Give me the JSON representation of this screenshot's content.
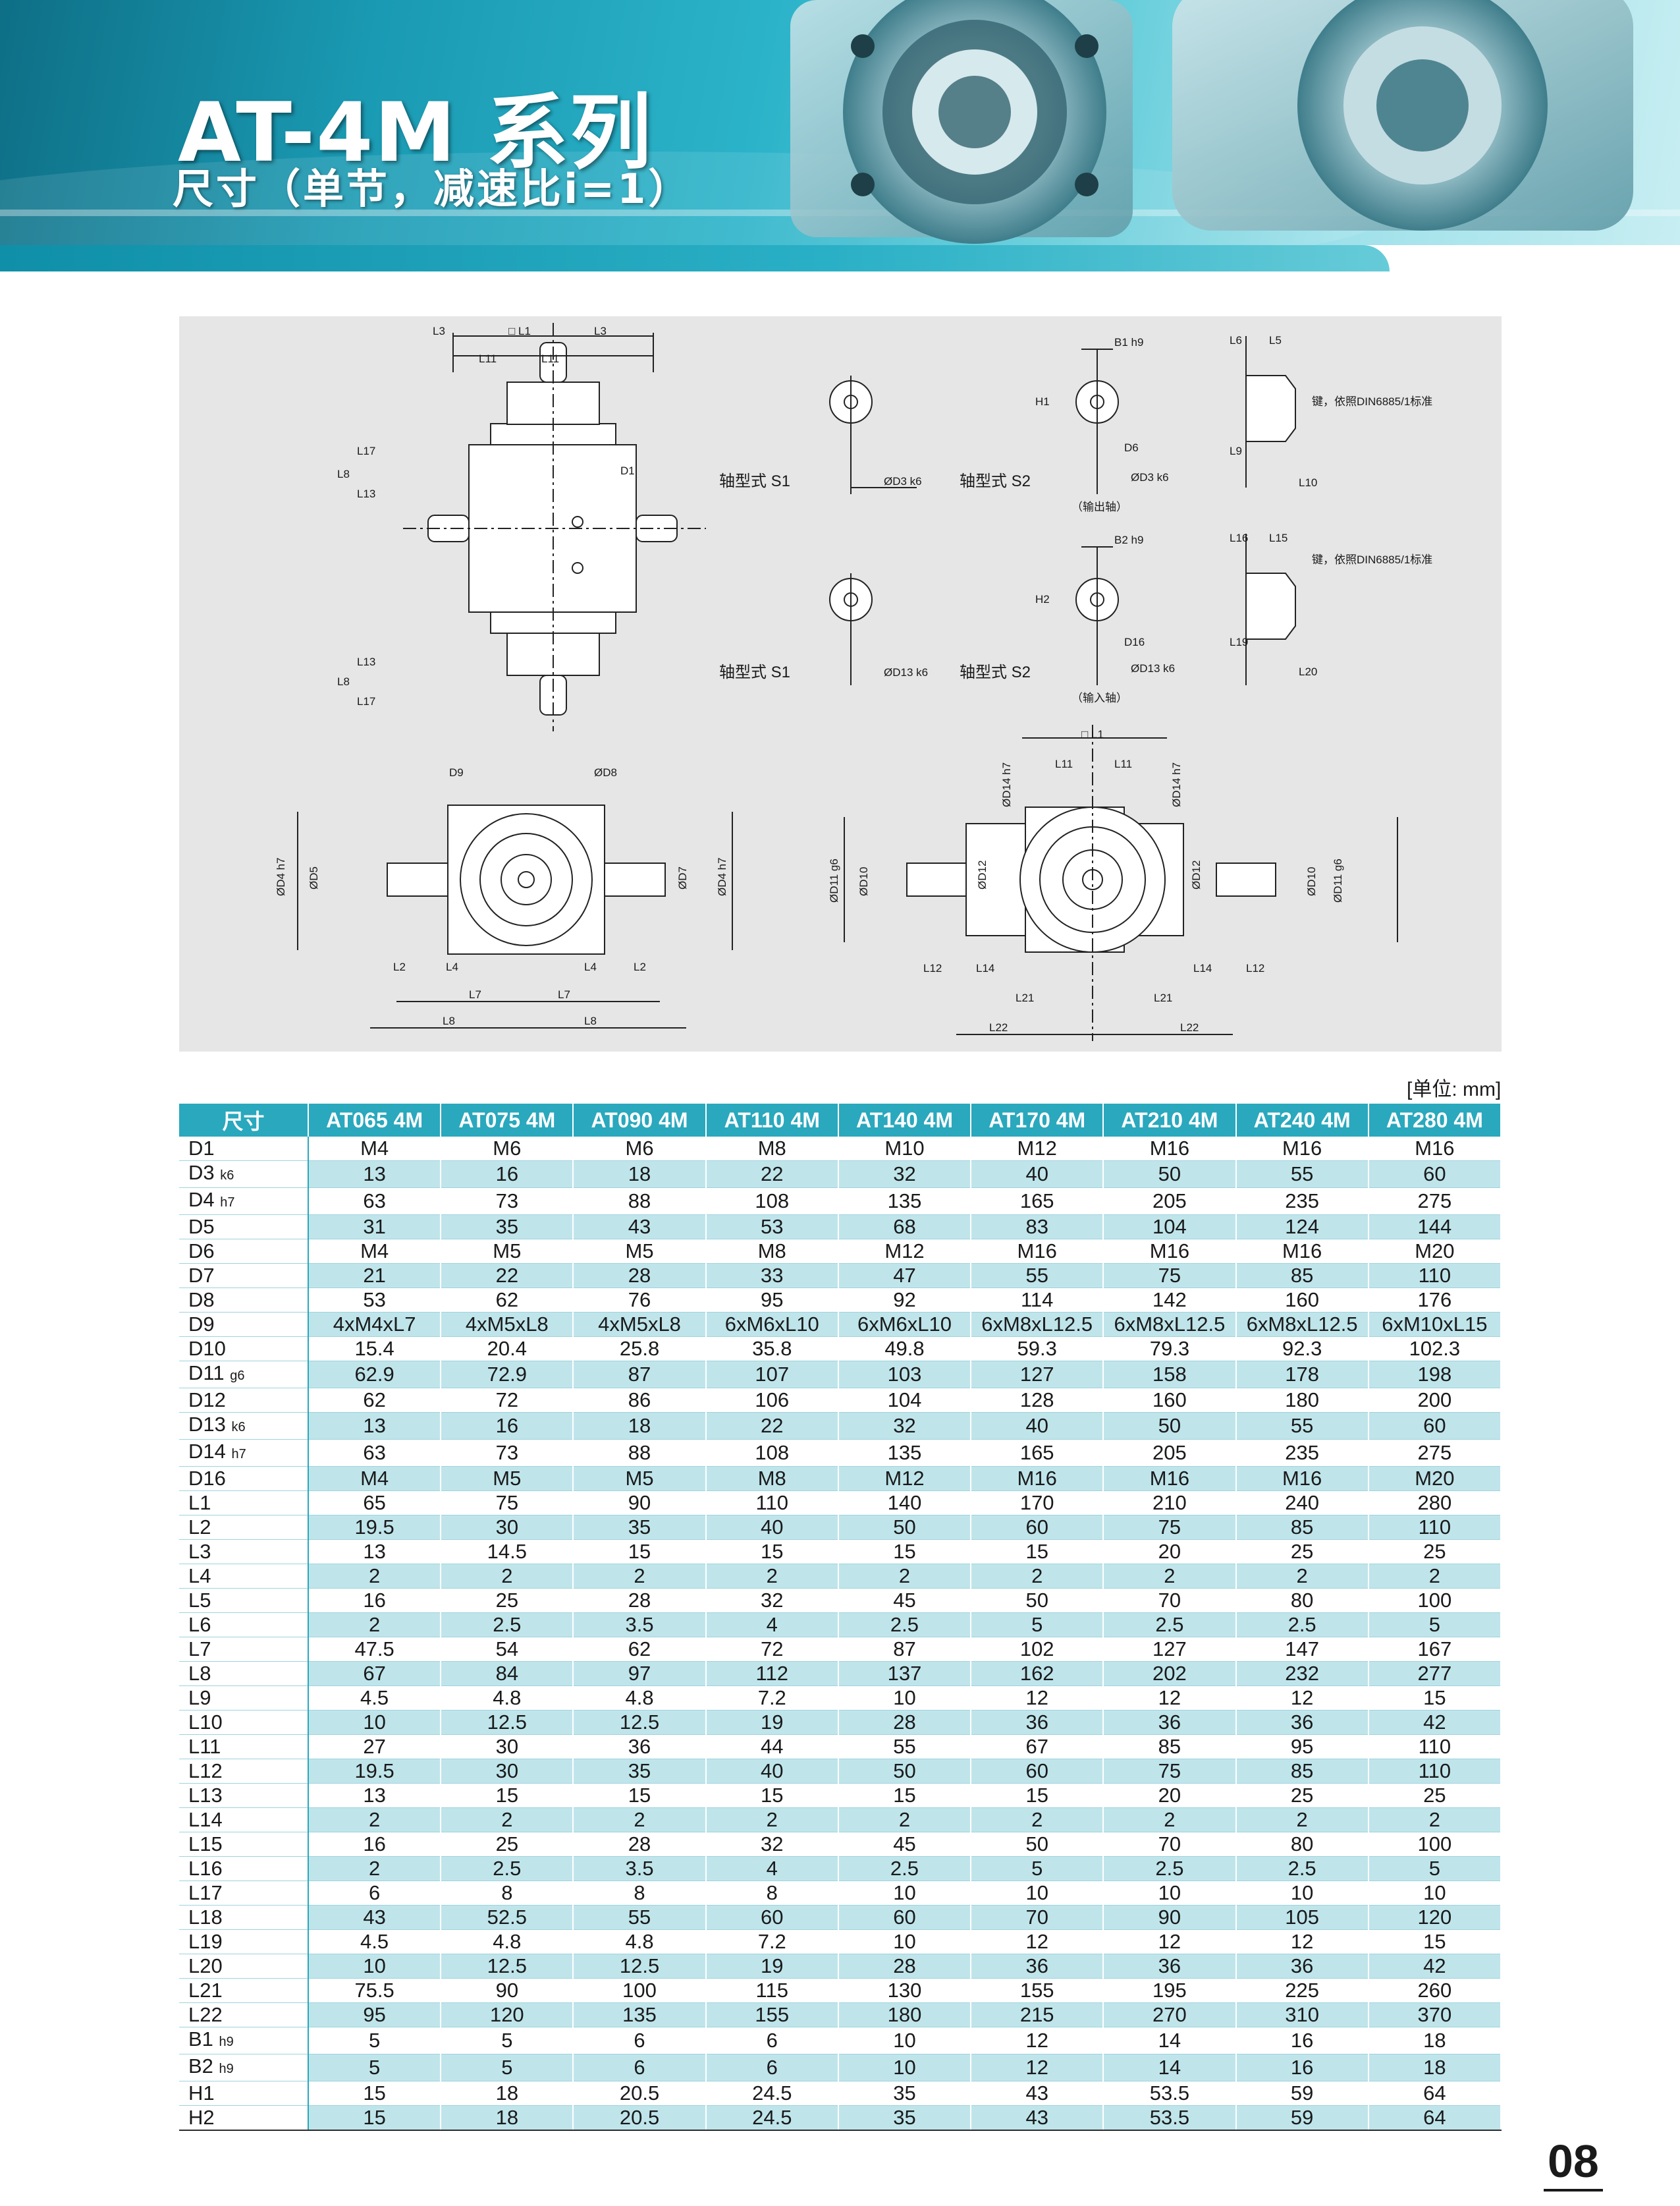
{
  "header": {
    "title": "AT-4M 系列",
    "subtitle": "尺寸（单节，减速比i=1）"
  },
  "drawing": {
    "labels": {
      "L3": "L3",
      "L1box": "□ L1",
      "L11": "L11",
      "D1": "D1",
      "L8": "L8",
      "L13": "L13",
      "L17": "L17",
      "shaft_s1_out": "轴型式 S1",
      "shaft_s2_out": "轴型式 S2",
      "shaft_s1_in": "轴型式 S1",
      "shaft_s2_in": "轴型式 S2",
      "D3": "ØD3 k6",
      "D13": "ØD13 k6",
      "B1": "B1 h9",
      "B2": "B2 h9",
      "H1": "H1",
      "H2": "H2",
      "D6": "D6",
      "D16": "D16",
      "output_shaft": "（输出轴）",
      "input_shaft": "（输入轴）",
      "L6": "L6",
      "L5": "L5",
      "L9": "L9",
      "L10": "L10",
      "L16": "L16",
      "L15": "L15",
      "L19": "L19",
      "L20": "L20",
      "key_note_1": "键，依照DIN6885/1标准",
      "key_note_2": "键，依照DIN6885/1标准",
      "D9": "D9",
      "D8": "ØD8",
      "D4": "ØD4 h7",
      "D5": "ØD5",
      "D7": "ØD7",
      "L2": "L2",
      "L4": "L4",
      "L7": "L7",
      "D14": "ØD14 h7",
      "D12": "ØD12",
      "D11": "ØD11 g6",
      "D10": "ØD10",
      "L12": "L12",
      "L14": "L14",
      "L21": "L21",
      "L22": "L22",
      "L1": "□ L1"
    }
  },
  "unit_label": "[单位: mm]",
  "table": {
    "header_label": "尺寸",
    "models": [
      "AT065 4M",
      "AT075 4M",
      "AT090 4M",
      "AT110 4M",
      "AT140 4M",
      "AT170 4M",
      "AT210 4M",
      "AT240 4M",
      "AT280 4M"
    ],
    "rows": [
      {
        "name": "D1",
        "sub": "",
        "values": [
          "M4",
          "M6",
          "M6",
          "M8",
          "M10",
          "M12",
          "M16",
          "M16",
          "M16"
        ]
      },
      {
        "name": "D3",
        "sub": "k6",
        "values": [
          "13",
          "16",
          "18",
          "22",
          "32",
          "40",
          "50",
          "55",
          "60"
        ]
      },
      {
        "name": "D4",
        "sub": "h7",
        "values": [
          "63",
          "73",
          "88",
          "108",
          "135",
          "165",
          "205",
          "235",
          "275"
        ]
      },
      {
        "name": "D5",
        "sub": "",
        "values": [
          "31",
          "35",
          "43",
          "53",
          "68",
          "83",
          "104",
          "124",
          "144"
        ]
      },
      {
        "name": "D6",
        "sub": "",
        "values": [
          "M4",
          "M5",
          "M5",
          "M8",
          "M12",
          "M16",
          "M16",
          "M16",
          "M20"
        ]
      },
      {
        "name": "D7",
        "sub": "",
        "values": [
          "21",
          "22",
          "28",
          "33",
          "47",
          "55",
          "75",
          "85",
          "110"
        ]
      },
      {
        "name": "D8",
        "sub": "",
        "values": [
          "53",
          "62",
          "76",
          "95",
          "92",
          "114",
          "142",
          "160",
          "176"
        ]
      },
      {
        "name": "D9",
        "sub": "",
        "values": [
          "4xM4xL7",
          "4xM5xL8",
          "4xM5xL8",
          "6xM6xL10",
          "6xM6xL10",
          "6xM8xL12.5",
          "6xM8xL12.5",
          "6xM8xL12.5",
          "6xM10xL15"
        ]
      },
      {
        "name": "D10",
        "sub": "",
        "values": [
          "15.4",
          "20.4",
          "25.8",
          "35.8",
          "49.8",
          "59.3",
          "79.3",
          "92.3",
          "102.3"
        ]
      },
      {
        "name": "D11",
        "sub": "g6",
        "values": [
          "62.9",
          "72.9",
          "87",
          "107",
          "103",
          "127",
          "158",
          "178",
          "198"
        ]
      },
      {
        "name": "D12",
        "sub": "",
        "values": [
          "62",
          "72",
          "86",
          "106",
          "104",
          "128",
          "160",
          "180",
          "200"
        ]
      },
      {
        "name": "D13",
        "sub": "k6",
        "values": [
          "13",
          "16",
          "18",
          "22",
          "32",
          "40",
          "50",
          "55",
          "60"
        ]
      },
      {
        "name": "D14",
        "sub": "h7",
        "values": [
          "63",
          "73",
          "88",
          "108",
          "135",
          "165",
          "205",
          "235",
          "275"
        ]
      },
      {
        "name": "D16",
        "sub": "",
        "values": [
          "M4",
          "M5",
          "M5",
          "M8",
          "M12",
          "M16",
          "M16",
          "M16",
          "M20"
        ]
      },
      {
        "name": "L1",
        "sub": "",
        "values": [
          "65",
          "75",
          "90",
          "110",
          "140",
          "170",
          "210",
          "240",
          "280"
        ]
      },
      {
        "name": "L2",
        "sub": "",
        "values": [
          "19.5",
          "30",
          "35",
          "40",
          "50",
          "60",
          "75",
          "85",
          "110"
        ]
      },
      {
        "name": "L3",
        "sub": "",
        "values": [
          "13",
          "14.5",
          "15",
          "15",
          "15",
          "15",
          "20",
          "25",
          "25"
        ]
      },
      {
        "name": "L4",
        "sub": "",
        "values": [
          "2",
          "2",
          "2",
          "2",
          "2",
          "2",
          "2",
          "2",
          "2"
        ]
      },
      {
        "name": "L5",
        "sub": "",
        "values": [
          "16",
          "25",
          "28",
          "32",
          "45",
          "50",
          "70",
          "80",
          "100"
        ]
      },
      {
        "name": "L6",
        "sub": "",
        "values": [
          "2",
          "2.5",
          "3.5",
          "4",
          "2.5",
          "5",
          "2.5",
          "2.5",
          "5"
        ]
      },
      {
        "name": "L7",
        "sub": "",
        "values": [
          "47.5",
          "54",
          "62",
          "72",
          "87",
          "102",
          "127",
          "147",
          "167"
        ]
      },
      {
        "name": "L8",
        "sub": "",
        "values": [
          "67",
          "84",
          "97",
          "112",
          "137",
          "162",
          "202",
          "232",
          "277"
        ]
      },
      {
        "name": "L9",
        "sub": "",
        "values": [
          "4.5",
          "4.8",
          "4.8",
          "7.2",
          "10",
          "12",
          "12",
          "12",
          "15"
        ]
      },
      {
        "name": "L10",
        "sub": "",
        "values": [
          "10",
          "12.5",
          "12.5",
          "19",
          "28",
          "36",
          "36",
          "36",
          "42"
        ]
      },
      {
        "name": "L11",
        "sub": "",
        "values": [
          "27",
          "30",
          "36",
          "44",
          "55",
          "67",
          "85",
          "95",
          "110"
        ]
      },
      {
        "name": "L12",
        "sub": "",
        "values": [
          "19.5",
          "30",
          "35",
          "40",
          "50",
          "60",
          "75",
          "85",
          "110"
        ]
      },
      {
        "name": "L13",
        "sub": "",
        "values": [
          "13",
          "15",
          "15",
          "15",
          "15",
          "15",
          "20",
          "25",
          "25"
        ]
      },
      {
        "name": "L14",
        "sub": "",
        "values": [
          "2",
          "2",
          "2",
          "2",
          "2",
          "2",
          "2",
          "2",
          "2"
        ]
      },
      {
        "name": "L15",
        "sub": "",
        "values": [
          "16",
          "25",
          "28",
          "32",
          "45",
          "50",
          "70",
          "80",
          "100"
        ]
      },
      {
        "name": "L16",
        "sub": "",
        "values": [
          "2",
          "2.5",
          "3.5",
          "4",
          "2.5",
          "5",
          "2.5",
          "2.5",
          "5"
        ]
      },
      {
        "name": "L17",
        "sub": "",
        "values": [
          "6",
          "8",
          "8",
          "8",
          "10",
          "10",
          "10",
          "10",
          "10"
        ]
      },
      {
        "name": "L18",
        "sub": "",
        "values": [
          "43",
          "52.5",
          "55",
          "60",
          "60",
          "70",
          "90",
          "105",
          "120"
        ]
      },
      {
        "name": "L19",
        "sub": "",
        "values": [
          "4.5",
          "4.8",
          "4.8",
          "7.2",
          "10",
          "12",
          "12",
          "12",
          "15"
        ]
      },
      {
        "name": "L20",
        "sub": "",
        "values": [
          "10",
          "12.5",
          "12.5",
          "19",
          "28",
          "36",
          "36",
          "36",
          "42"
        ]
      },
      {
        "name": "L21",
        "sub": "",
        "values": [
          "75.5",
          "90",
          "100",
          "115",
          "130",
          "155",
          "195",
          "225",
          "260"
        ]
      },
      {
        "name": "L22",
        "sub": "",
        "values": [
          "95",
          "120",
          "135",
          "155",
          "180",
          "215",
          "270",
          "310",
          "370"
        ]
      },
      {
        "name": "B1",
        "sub": "h9",
        "values": [
          "5",
          "5",
          "6",
          "6",
          "10",
          "12",
          "14",
          "16",
          "18"
        ]
      },
      {
        "name": "B2",
        "sub": "h9",
        "values": [
          "5",
          "5",
          "6",
          "6",
          "10",
          "12",
          "14",
          "16",
          "18"
        ]
      },
      {
        "name": "H1",
        "sub": "",
        "values": [
          "15",
          "18",
          "20.5",
          "24.5",
          "35",
          "43",
          "53.5",
          "59",
          "64"
        ]
      },
      {
        "name": "H2",
        "sub": "",
        "values": [
          "15",
          "18",
          "20.5",
          "24.5",
          "35",
          "43",
          "53.5",
          "59",
          "64"
        ]
      }
    ]
  },
  "page_number": "08",
  "colors": {
    "header_teal": "#2aa8bd",
    "row_alt": "#bfe5eb",
    "drawing_bg": "#e6e6e6"
  }
}
